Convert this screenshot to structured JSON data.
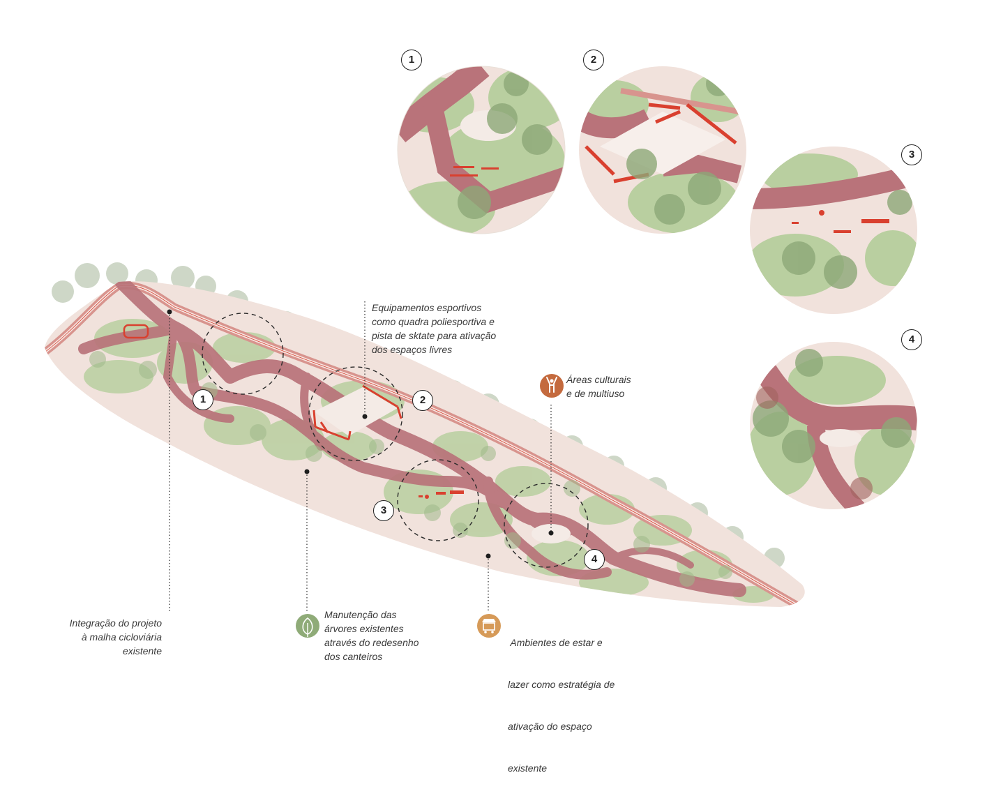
{
  "colors": {
    "path_red": "#b9737a",
    "path_red_dark": "#a05a62",
    "lawn_green": "#b9cfa0",
    "tree_green": "#9fb98a",
    "plaza_pink": "#f1e2dc",
    "equipment_red": "#d9402f",
    "icon_green": "#8fab78",
    "icon_rust": "#c46a3e",
    "icon_ochre": "#d69a58"
  },
  "zoom_labels": [
    "1",
    "2",
    "3",
    "4"
  ],
  "plan_labels": [
    "1",
    "2",
    "3",
    "4"
  ],
  "annotations": {
    "sports": [
      "Equipamentos esportivos",
      "como quadra poliesportiva e",
      "pista de sktate para ativação",
      "dos espaços livres"
    ],
    "cultural": [
      "Áreas culturais",
      "e de multiuso"
    ],
    "bike": [
      "Integração do projeto",
      "à malha cicloviária",
      "existente"
    ],
    "trees": [
      "Manutenção das",
      "árvores existentes",
      "através do redesenho",
      "dos canteiros"
    ],
    "leisure": [
      " Ambientes de estar e",
      "lazer como estratégia de",
      "ativação do espaço",
      "existente"
    ]
  },
  "icons": {
    "trees": "tree-leaf-icon",
    "cultural": "performer-icon",
    "leisure": "food-cart-icon"
  }
}
